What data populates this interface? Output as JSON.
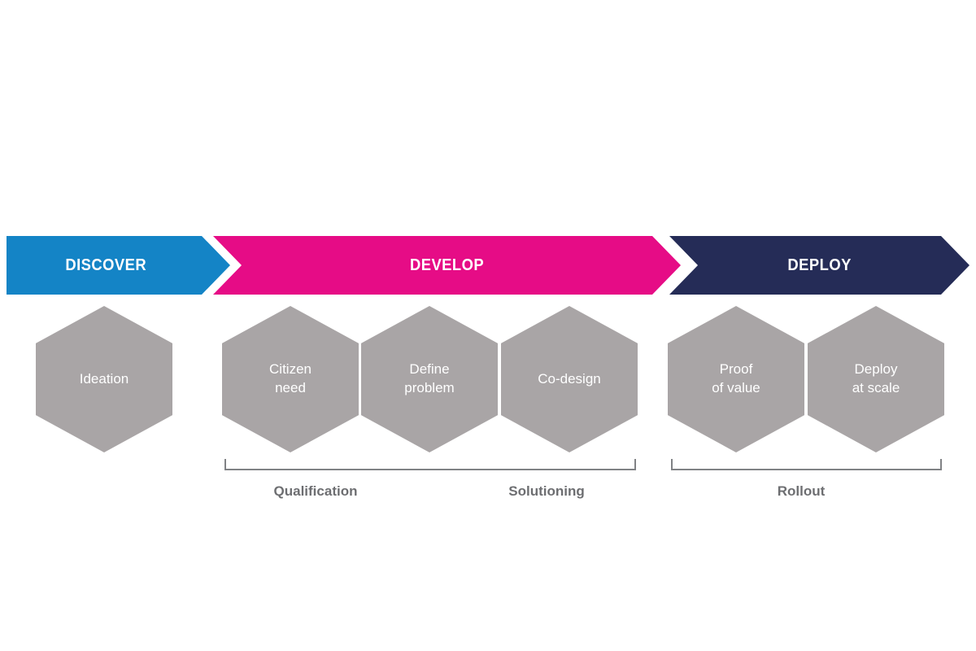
{
  "diagram": {
    "type": "process-flow",
    "phases": [
      {
        "id": "discover",
        "label": "DISCOVER",
        "color": "#1484C6"
      },
      {
        "id": "develop",
        "label": "DEVELOP",
        "color": "#E60C86"
      },
      {
        "id": "deploy",
        "label": "DEPLOY",
        "color": "#252C57"
      }
    ],
    "hexagons": [
      {
        "phase": "discover",
        "text": "Ideation"
      },
      {
        "phase": "develop",
        "text": "Citizen\nneed"
      },
      {
        "phase": "develop",
        "text": "Define\nproblem"
      },
      {
        "phase": "develop",
        "text": "Co-design"
      },
      {
        "phase": "deploy",
        "text": "Proof\nof value"
      },
      {
        "phase": "deploy",
        "text": "Deploy\nat scale"
      }
    ],
    "stages": [
      {
        "bracket": "develop",
        "label": "Qualification"
      },
      {
        "bracket": "develop",
        "label": "Solutioning"
      },
      {
        "bracket": "deploy",
        "label": "Rollout"
      }
    ],
    "colors": {
      "hexagon_fill": "#A9A5A6",
      "hexagon_text": "#FFFFFF",
      "bracket_line": "#808285",
      "stage_label_text": "#6D6E71",
      "background": "#FFFFFF"
    }
  }
}
